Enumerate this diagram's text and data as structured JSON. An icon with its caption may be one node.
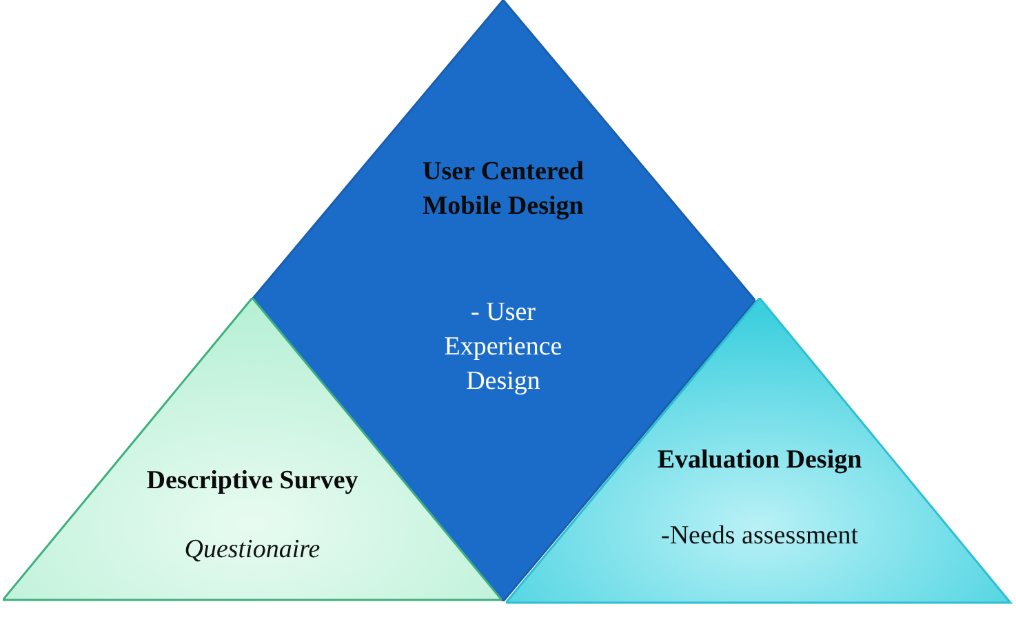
{
  "diagram": {
    "nodes": [
      {
        "text": [
          "User Centered Mobile Design",
          "- User Experience Design"
        ]
      },
      {
        "text": [
          "Descriptive Survey",
          "Questionaire"
        ]
      },
      {
        "text": [
          "Evaluation Design",
          "-Needs assessment"
        ]
      }
    ]
  }
}
